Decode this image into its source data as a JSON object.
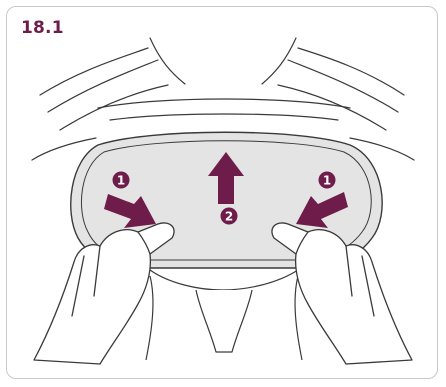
{
  "figure": {
    "step": "18.1",
    "badges": {
      "left": "1",
      "right": "1",
      "center": "2"
    },
    "colors": {
      "accent": "#6e1d4a",
      "line": "#3a3a3a",
      "cushion_fill": "#e4e4e4",
      "frame_border": "#c9c9c9"
    }
  }
}
